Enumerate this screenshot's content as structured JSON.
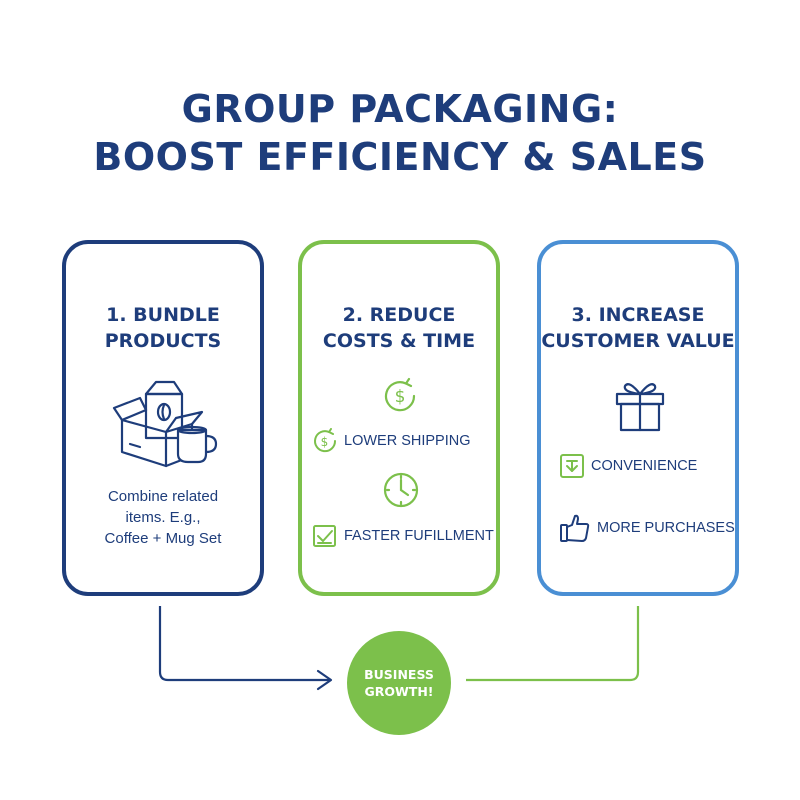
{
  "title": {
    "line1": "GROUP PACKAGING:",
    "line2": "BOOST EFFICIENCY & SALES"
  },
  "cards": [
    {
      "heading_line1": "1. BUNDLE",
      "heading_line2": "PRODUCTS",
      "icon": "box-with-coffee-and-mug-icon",
      "description_lines": [
        "Combine related",
        "items. E.g.,",
        "Coffee + Mug Set"
      ]
    },
    {
      "heading_line1": "2. REDUCE",
      "heading_line2": "COSTS & TIME",
      "benefits": [
        {
          "icon": "dollar-refresh-icon",
          "label": "LOWER SHIPPING"
        },
        {
          "icon": "checkbox-icon",
          "label": "FASTER FUFILLMENT"
        }
      ]
    },
    {
      "heading_line1": "3. INCREASE",
      "heading_line2": "CUSTOMER VALUE",
      "icon": "gift-icon",
      "benefits": [
        {
          "icon": "download-box-icon",
          "label": "CONVENIENCE"
        },
        {
          "icon": "thumbs-up-icon",
          "label": "MORE PURCHASES"
        }
      ]
    }
  ],
  "result": {
    "line1": "BUSINESS",
    "line2": "GROWTH!"
  },
  "colors": {
    "navy": "#1e3d7b",
    "green": "#7cc04b",
    "blue": "#4a8fd4"
  }
}
